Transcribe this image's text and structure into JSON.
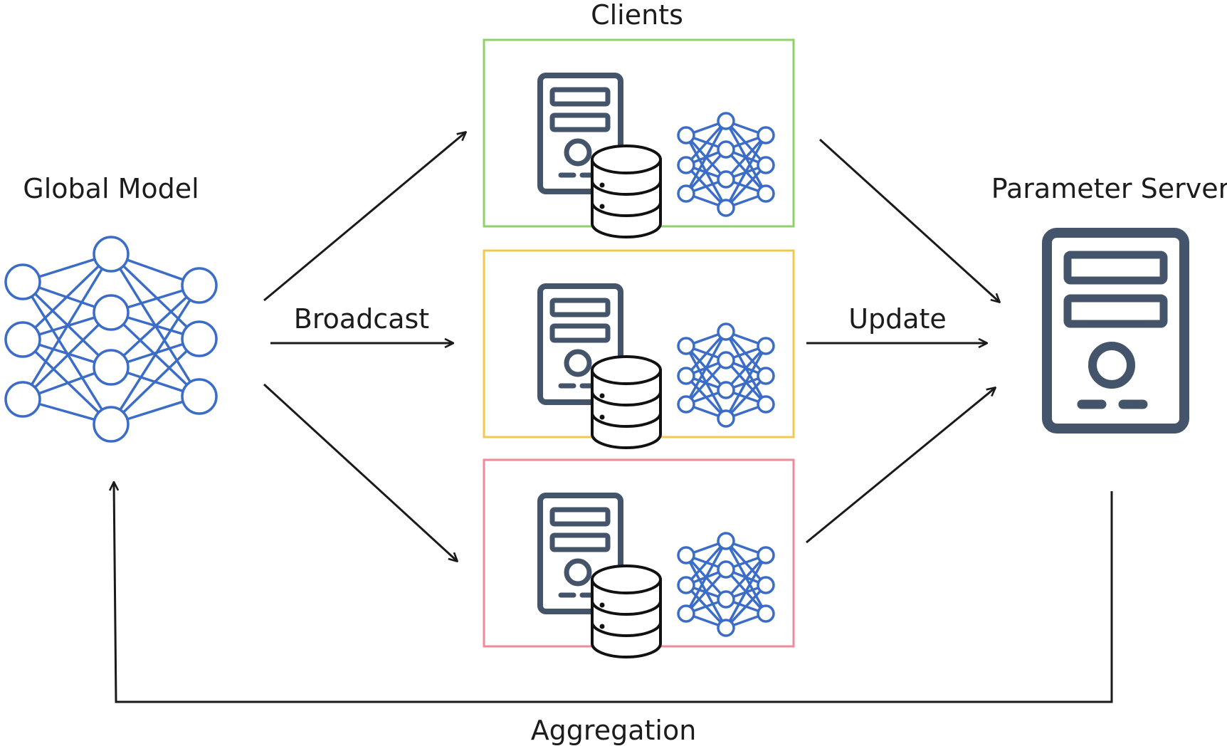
{
  "labels": {
    "clients": "Clients",
    "global_model": "Global Model",
    "parameter_server": "Parameter Server",
    "broadcast": "Broadcast",
    "update": "Update",
    "aggregation": "Aggregation"
  },
  "clients": [
    {
      "border_color": "#8fd06b"
    },
    {
      "border_color": "#f2c94c"
    },
    {
      "border_color": "#ef8a9a"
    }
  ],
  "colors": {
    "network": "#3a6cc8",
    "server": "#44546a",
    "database": "#111111",
    "arrow": "#1a1a1a"
  },
  "icons": {
    "global_model": "neural-network-icon",
    "client_server": "server-icon",
    "client_db": "database-icon",
    "client_model": "neural-network-icon",
    "parameter_server": "server-icon"
  }
}
